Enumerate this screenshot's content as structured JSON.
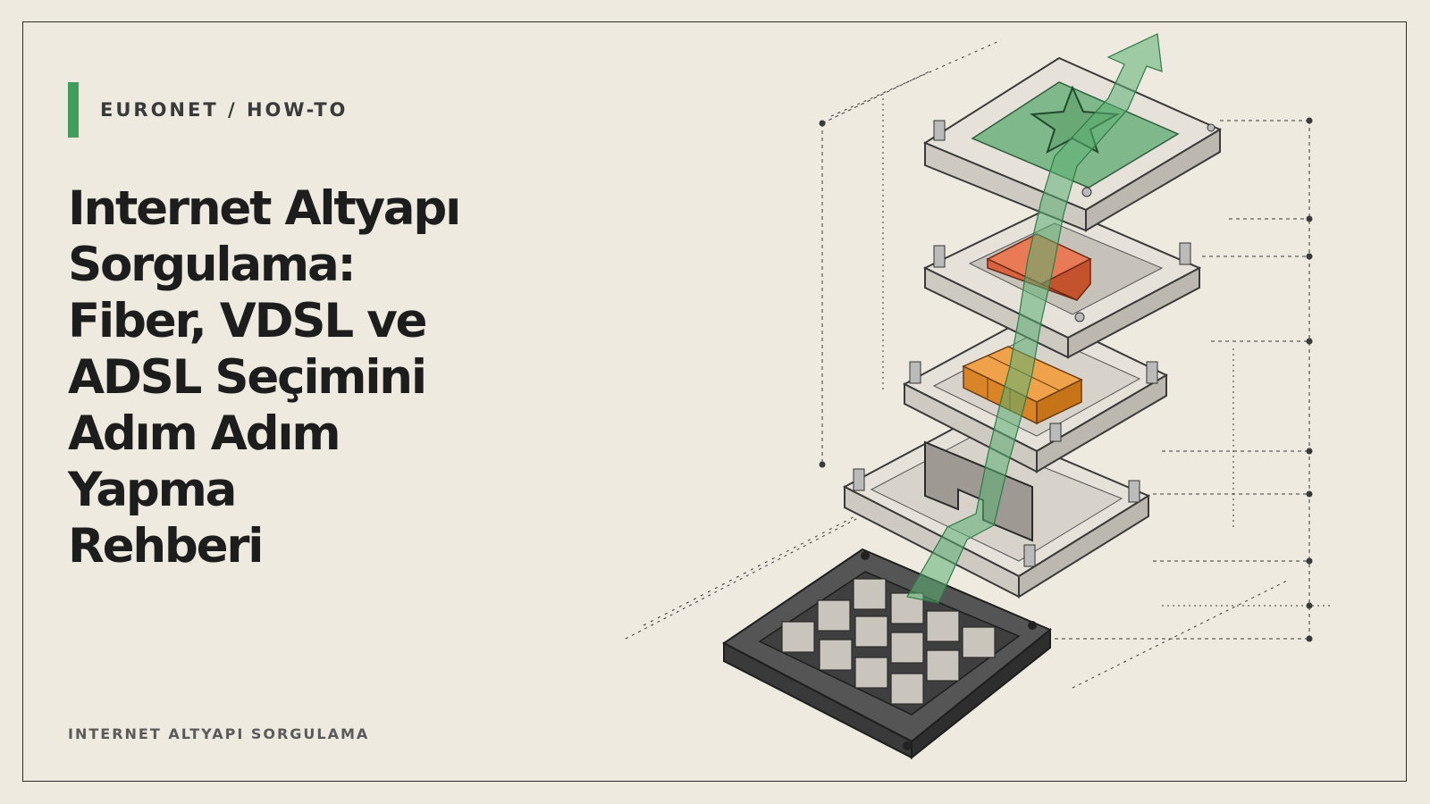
{
  "header": {
    "kicker": "EURONET / HOW-TO"
  },
  "title": {
    "lines": [
      "Internet Altyapı",
      "Sorgulama:",
      "Fiber, VDSL ve",
      "ADSL Seçimini",
      "Adım Adım",
      "Yapma",
      "Rehberi"
    ]
  },
  "footer": {
    "label": "INTERNET ALTYAPI  SORGULAMA"
  },
  "colors": {
    "background": "#efeae0",
    "accent": "#3f9e5a",
    "text": "#1d1d1d",
    "orange_block": "#e08a2e",
    "red_block": "#d9623f",
    "green_pad": "#7fb88a"
  },
  "illustration": {
    "icon": "layered-infrastructure-stack-icon"
  }
}
